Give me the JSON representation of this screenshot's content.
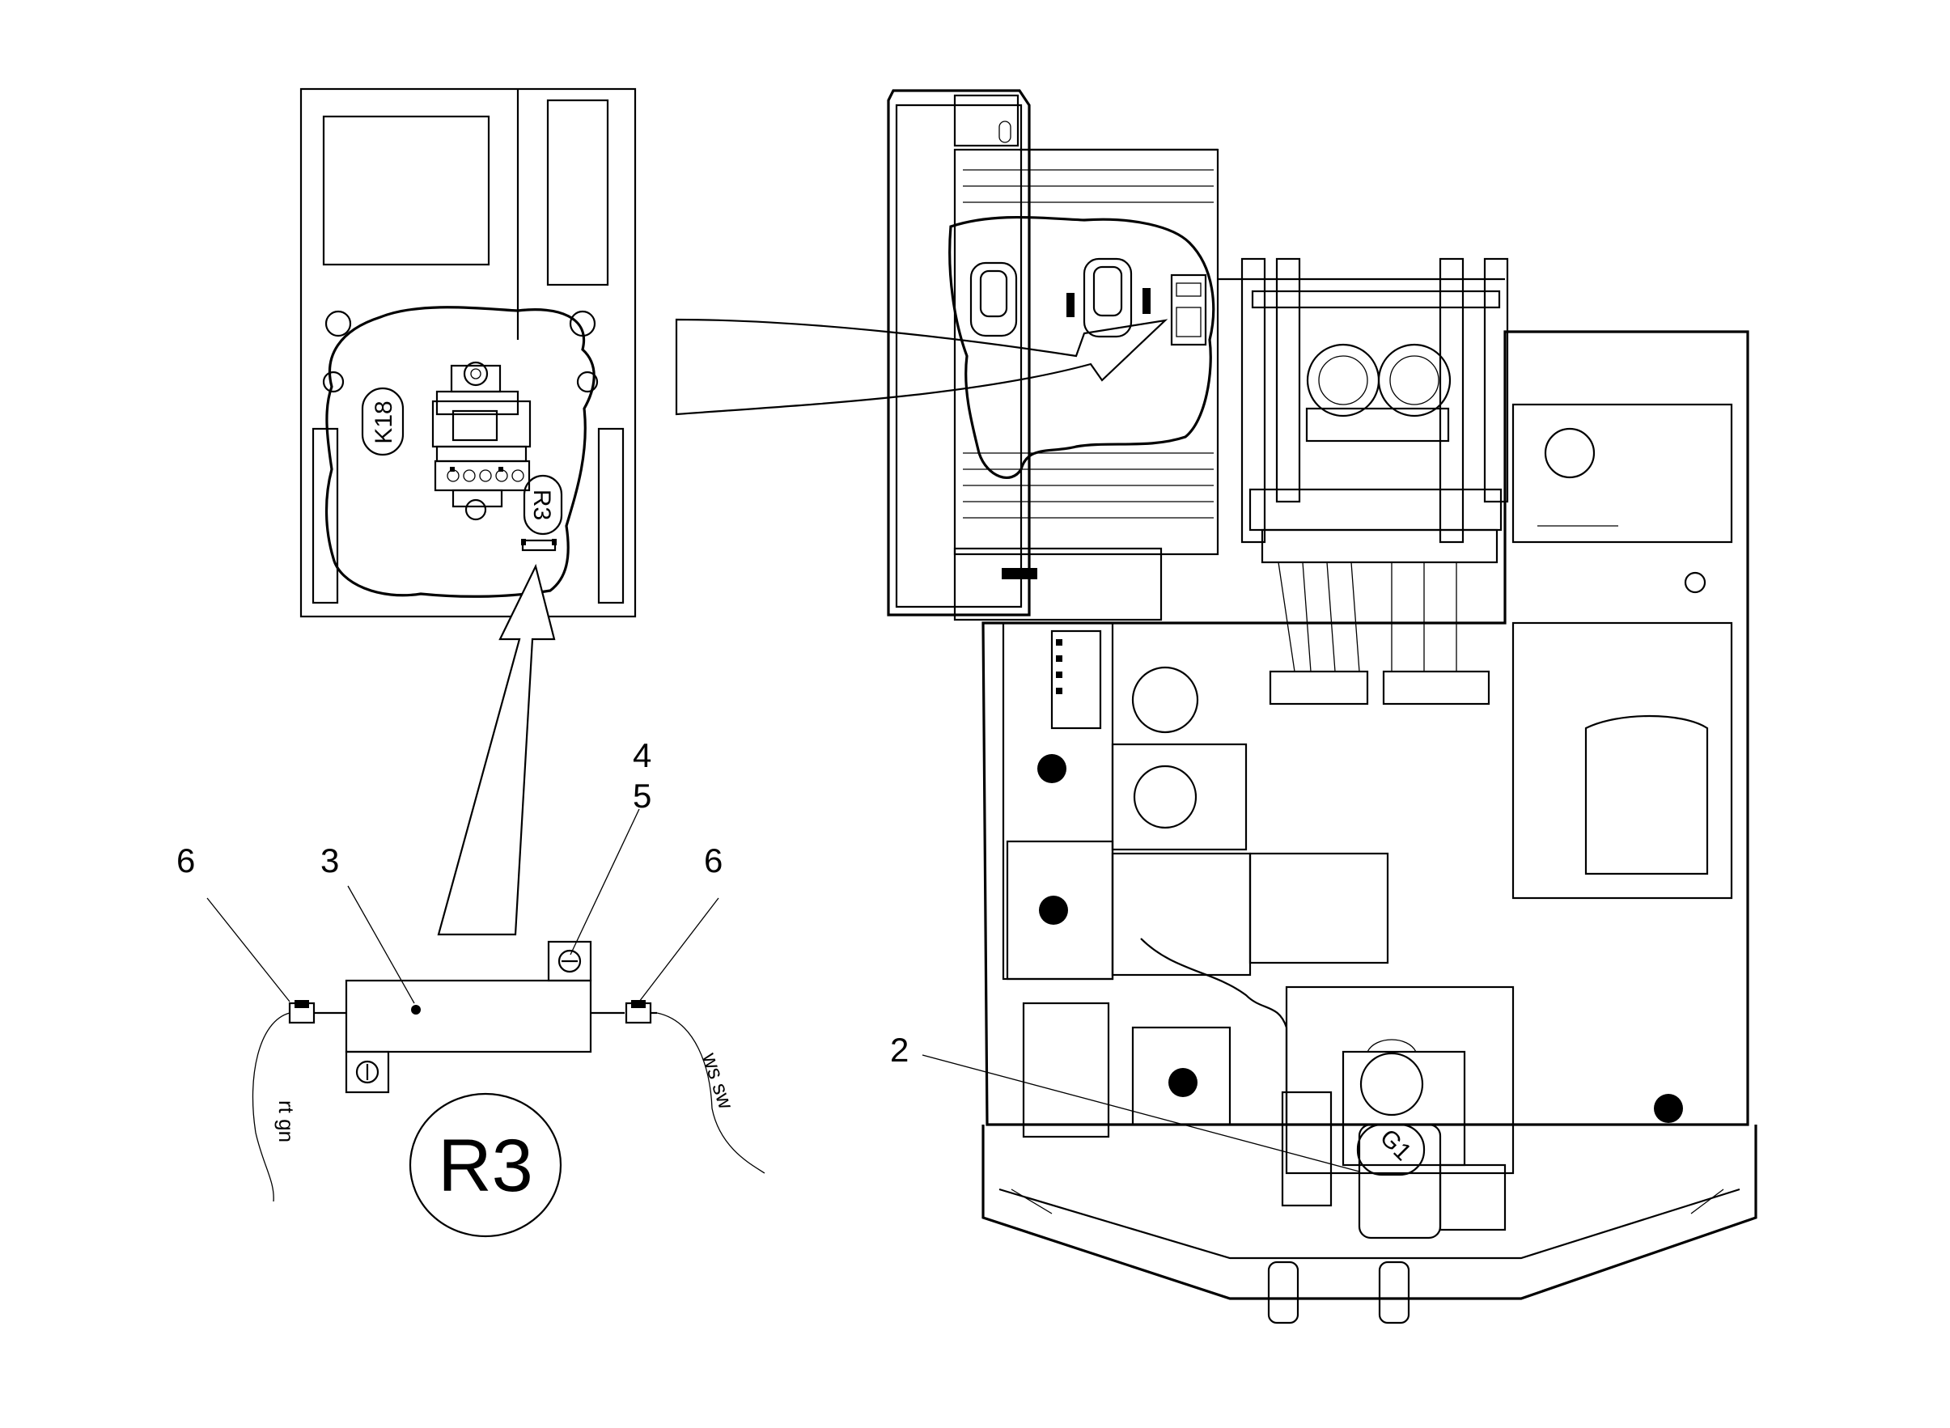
{
  "labels": {
    "item_2": "2",
    "item_3": "3",
    "item_4": "4",
    "item_5": "5",
    "item_6_left": "6",
    "item_6_right": "6",
    "k18": "K18",
    "r3_detail": "R3",
    "r3_main": "R3",
    "g1": "G1",
    "wire_left": "rt gn",
    "wire_right": "ws sw"
  },
  "colors": {
    "line": "#000000",
    "background": "#ffffff"
  }
}
